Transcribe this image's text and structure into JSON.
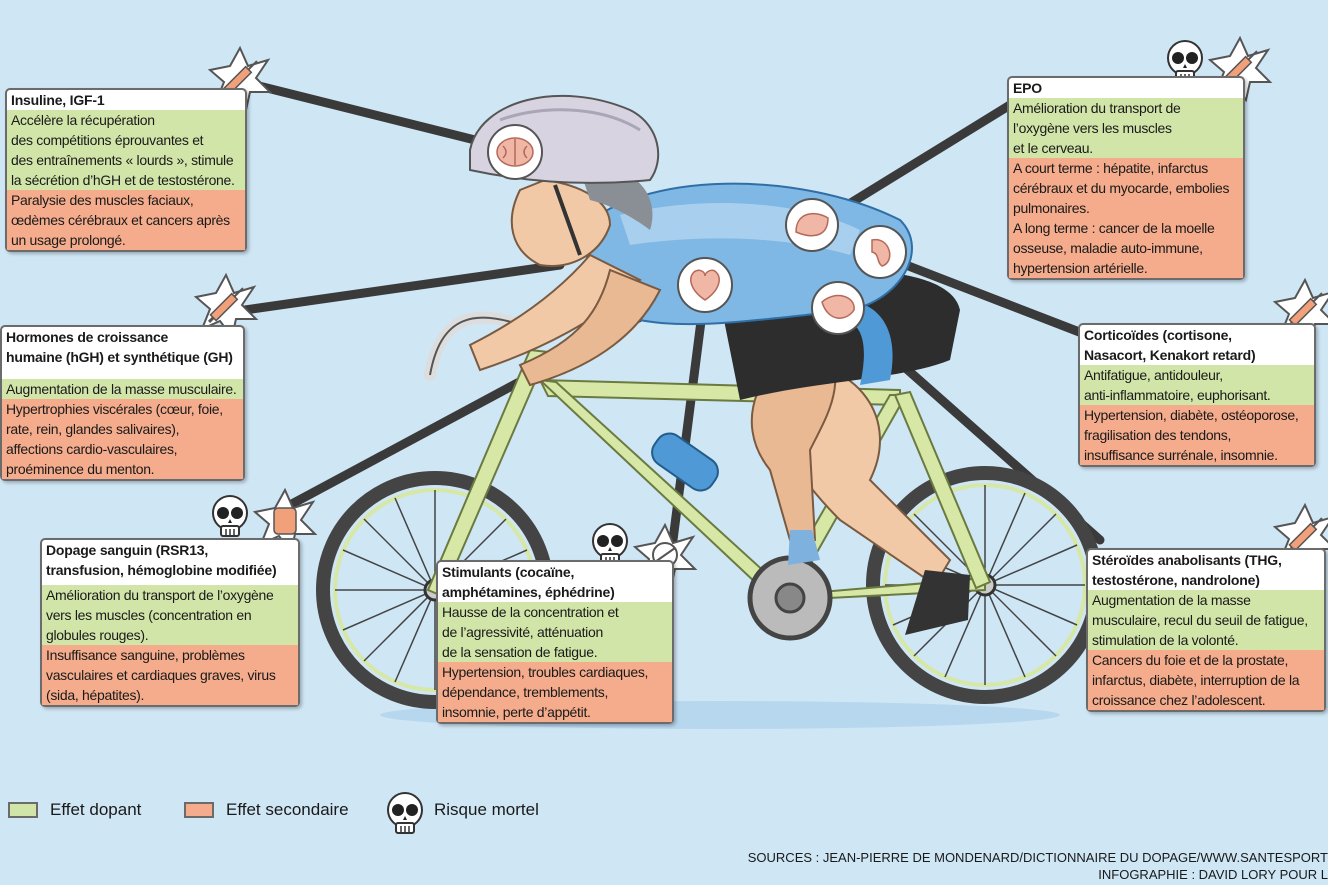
{
  "cards": {
    "insuline": {
      "title": "Insuline, IGF-1",
      "dopant": "Accélère la récupération\ndes compétitions éprouvantes et\ndes entraînements « lourds », stimule\nla sécrétion d’hGH et de testostérone.",
      "secondaire": "Paralysie des muscles faciaux,\nœdèmes cérébraux et cancers après\nun usage prolongé."
    },
    "hormones": {
      "title": "Hormones de croissance\nhumaine (hGH) et synthétique (GH)",
      "dopant": "Augmentation de la masse musculaire.",
      "secondaire": "Hypertrophies viscérales (cœur, foie,\nrate, rein, glandes salivaires),\naffections cardio-vasculaires,\nproéminence du menton."
    },
    "dopage_sanguin": {
      "title": "Dopage sanguin (RSR13,\ntransfusion, hémoglobine modifiée)",
      "dopant": "Amélioration du transport de l’oxygène\nvers les muscles (concentration en\nglobules rouges).",
      "secondaire": "Insuffisance sanguine, problèmes\nvasculaires et cardiaques graves, virus\n(sida, hépatites)."
    },
    "stimulants": {
      "title": "Stimulants (cocaïne,\namphétamines, éphédrine)",
      "dopant": "Hausse de la concentration et\nde l’agressivité, atténuation\nde la sensation de fatigue.",
      "secondaire": "Hypertension, troubles cardiaques,\ndépendance, tremblements,\ninsomnie, perte d’appétit."
    },
    "epo": {
      "title": "EPO",
      "dopant": "Amélioration du transport de\nl’oxygène vers les muscles\net le cerveau.",
      "secondaire": "A court terme : hépatite, infarctus\ncérébraux et du myocarde, embolies\npulmonaires.\nA long terme : cancer de la moelle\nosseuse, maladie auto-immune,\nhypertension artérielle."
    },
    "corticoides": {
      "title": "Corticoïdes (cortisone,\nNasacort, Kenakort retard)",
      "dopant": "Antifatigue, antidouleur,\nanti-inflammatoire, euphorisant.",
      "secondaire": "Hypertension, diabète, ostéoporose,\nfragilisation des tendons,\ninsuffisance surrénale, insomnie."
    },
    "steroides": {
      "title": "Stéroïdes anabolisants (THG,\ntestostérone, nandrolone)",
      "dopant": "Augmentation de la masse\nmusculaire, recul du seuil de fatigue,\nstimulation de la volonté.",
      "secondaire": "Cancers du foie et de la prostate,\ninfarctus, diabète, interruption de la\ncroissance chez l’adolescent."
    }
  },
  "legend": {
    "dopant": "Effet dopant",
    "secondaire": "Effet secondaire",
    "mortel": "Risque mortel"
  },
  "sources": "SOURCES : JEAN-PIERRE DE MONDENARD/DICTIONNAIRE DU DOPAGE/WWW.SANTESPORT",
  "credit": "INFOGRAPHIE : DAVID LORY POUR L",
  "colors": {
    "background": "#cfe6f5",
    "effet_dopant": "#d2e5a9",
    "effet_secondaire": "#f4ac8c",
    "jersey": "#6aaee0",
    "frame": "#d6e7a6",
    "leader_line": "#3a3a3a"
  },
  "icons": [
    "brain-icon",
    "lungs-icon",
    "heart-icon",
    "liver-icon",
    "kidney-icon",
    "syringe-icon",
    "blood-bag-icon",
    "pills-icon",
    "skull-icon"
  ]
}
